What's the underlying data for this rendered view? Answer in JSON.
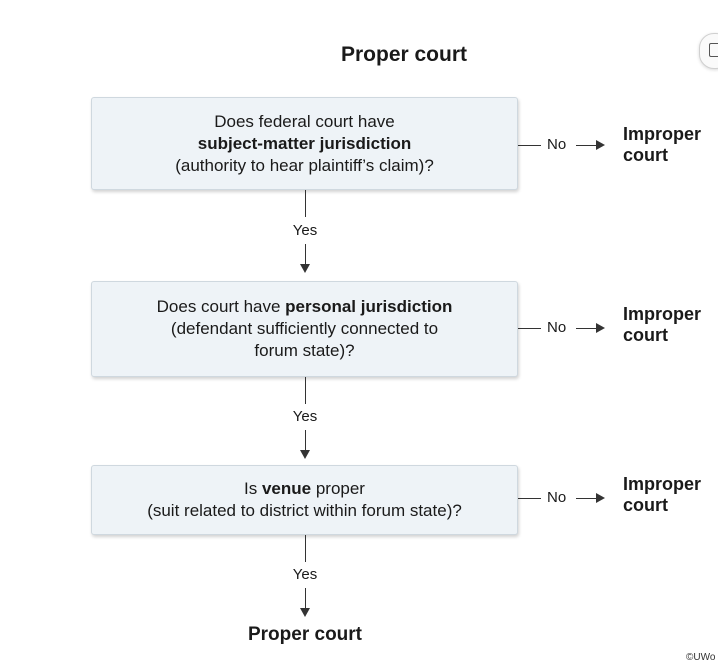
{
  "title": "Proper court",
  "steps": [
    {
      "line1": "Does federal court have",
      "line2_bold": "subject-matter jurisdiction",
      "line3": "(authority to hear plaintiff’s claim)?",
      "no_label": "No",
      "outcome_line1": "Improper",
      "outcome_line2": "court"
    },
    {
      "line1_pre": "Does court have ",
      "line1_bold": "personal jurisdiction",
      "line2": "(defendant sufficiently connected to",
      "line3": "forum state)?",
      "no_label": "No",
      "outcome_line1": "Improper",
      "outcome_line2": "court"
    },
    {
      "line1_pre": "Is ",
      "line1_bold": "venue",
      "line1_post": " proper",
      "line2": "(suit related to district within forum state)?",
      "no_label": "No",
      "outcome_line1": "Improper",
      "outcome_line2": "court"
    }
  ],
  "yes_labels": [
    "Yes",
    "Yes",
    "Yes"
  ],
  "final_outcome": "Proper court",
  "copyright": "©UWo",
  "icons": {
    "expand": "expand-icon"
  }
}
